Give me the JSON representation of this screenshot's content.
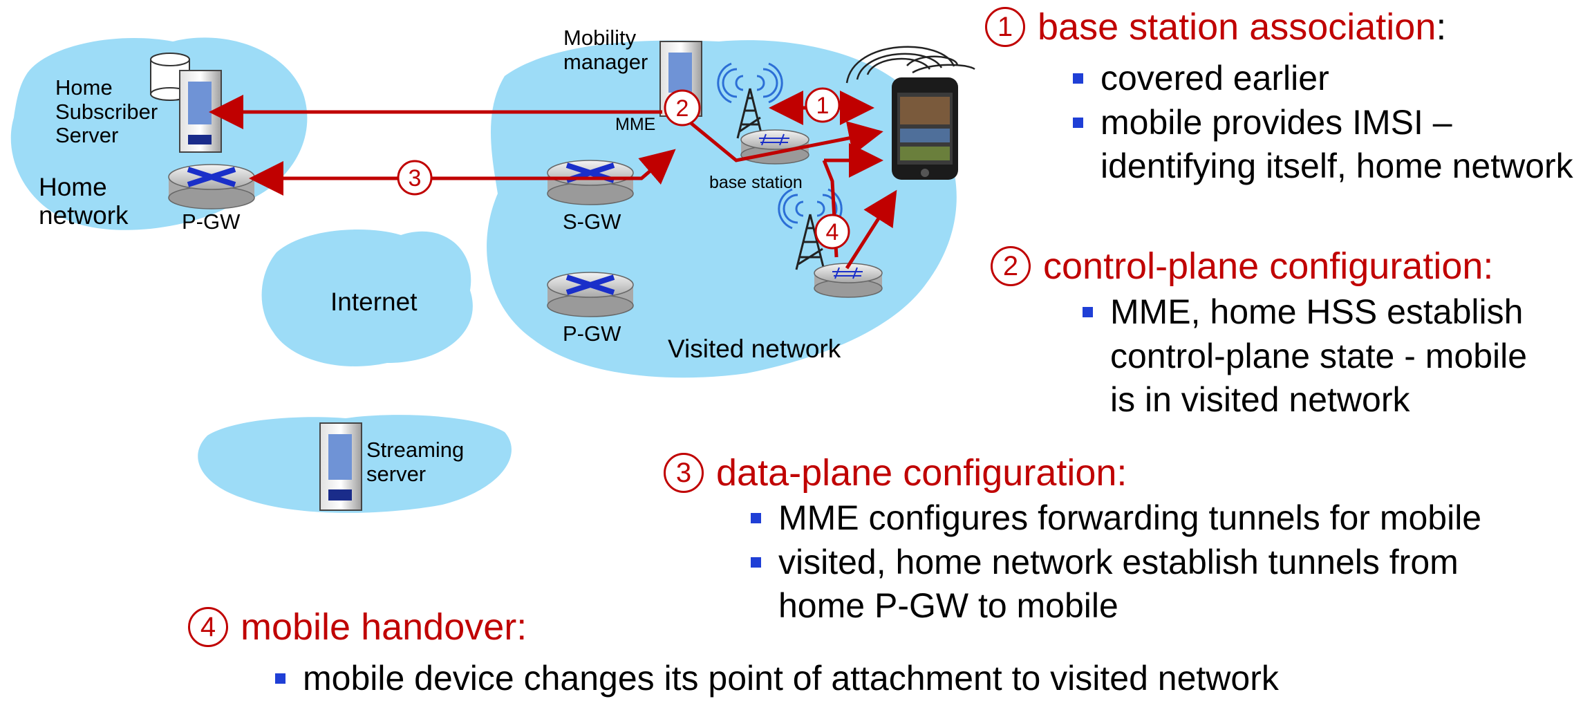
{
  "diagram": {
    "home_network": {
      "hss_label": "Home\nSubscriber\nServer",
      "name": "Home\nnetwork",
      "pgw_label": "P-GW"
    },
    "internet": {
      "label": "Internet"
    },
    "streaming": {
      "label": "Streaming\nserver"
    },
    "visited_network": {
      "mm_label": "Mobility\nmanager",
      "mme_label": "MME",
      "sgw_label": "S-GW",
      "pgw_label": "P-GW",
      "base_station_label": "base station",
      "name": "Visited network"
    },
    "markers": [
      "1",
      "2",
      "3",
      "4"
    ],
    "colors": {
      "cloud": "#9ddcf7",
      "arrow": "#c00000",
      "bullet": "#1f3fd6"
    }
  },
  "steps": [
    {
      "num": "1",
      "title": "base station association",
      "colon": ":",
      "bullets": [
        {
          "text": "covered earlier"
        },
        {
          "text": "mobile  provides IMSI –",
          "cont": "identifying itself, home network"
        }
      ]
    },
    {
      "num": "2",
      "title": "control-plane configuration:",
      "bullets": [
        {
          "text": "MME, home HSS establish",
          "cont": "control-plane state -  mobile",
          "cont2": "is in visited network"
        }
      ]
    },
    {
      "num": "3",
      "title": "data-plane configuration:",
      "bullets": [
        {
          "text": "MME configures forwarding tunnels for mobile"
        },
        {
          "text": "visited, home network establish tunnels from",
          "cont": "home P-GW to mobile"
        }
      ]
    },
    {
      "num": "4",
      "title": "mobile handover:",
      "bullets": [
        {
          "text": "mobile device changes its point of attachment to visited network"
        }
      ]
    }
  ]
}
